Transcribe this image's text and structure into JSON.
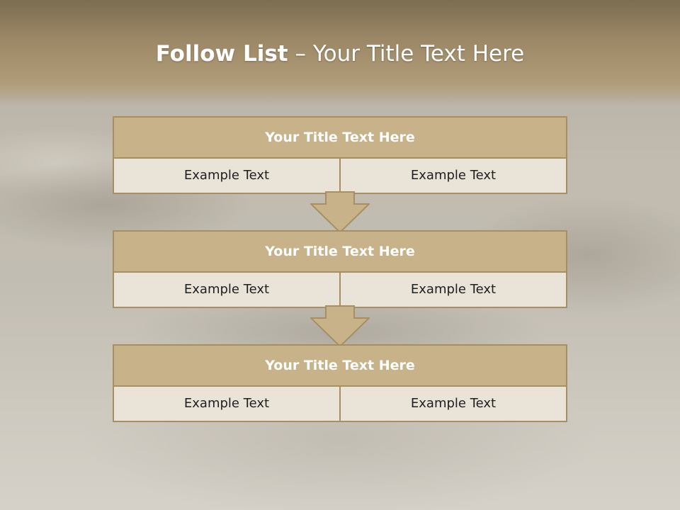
{
  "slide": {
    "title_bold": "Follow List",
    "title_rest": "– Your Title Text Here"
  },
  "blocks": [
    {
      "title": "Your Title Text Here",
      "left": "Example Text",
      "right": "Example Text"
    },
    {
      "title": "Your Title Text Here",
      "left": "Example Text",
      "right": "Example Text"
    },
    {
      "title": "Your Title Text Here",
      "left": "Example Text",
      "right": "Example Text"
    }
  ],
  "colors": {
    "header": "#9c8866",
    "block_title_fill": "#c7b28a",
    "block_border": "#a88f62",
    "cell_fill": "#e9e3d8",
    "arrow_fill": "#c7b28a"
  }
}
